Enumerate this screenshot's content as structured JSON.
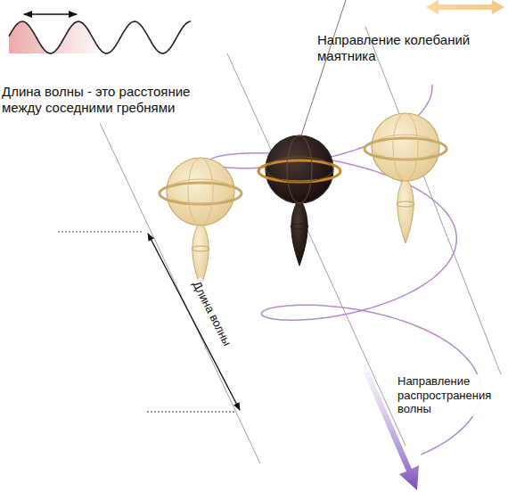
{
  "diagram": {
    "labels": [
      "Длина волны - это расстояние между соседними гребнями",
      "Направление колебаний маятника",
      "Длина волны",
      "Направление распространения волны"
    ]
  }
}
